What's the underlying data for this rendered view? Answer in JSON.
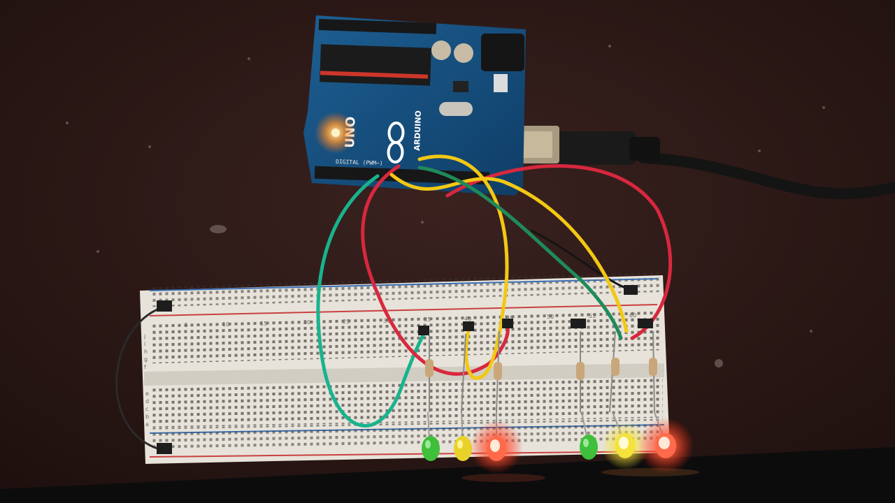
{
  "photo": {
    "subject": "",
    "board_brand": "ARDUINO",
    "board_model": "UNO",
    "pin_header_label": "DIGITAL (PWM~)",
    "breadboard_column_numbers": [
      "5",
      "10",
      "15",
      "20",
      "25",
      "30",
      "35",
      "40",
      "45",
      "50",
      "55",
      "60"
    ],
    "breadboard_row_letters_top": [
      "j",
      "i",
      "h",
      "g",
      "f"
    ],
    "breadboard_row_letters_bottom": [
      "e",
      "d",
      "c",
      "b",
      "a"
    ],
    "leds": [
      {
        "color": "green",
        "state": "off",
        "hex": "#3fbf3a"
      },
      {
        "color": "yellow",
        "state": "off",
        "hex": "#e8d22a"
      },
      {
        "color": "red",
        "state": "on",
        "hex": "#ff5a3a"
      },
      {
        "color": "green",
        "state": "off",
        "hex": "#3fbf3a"
      },
      {
        "color": "yellow",
        "state": "on",
        "hex": "#f5e23a"
      },
      {
        "color": "red",
        "state": "on",
        "hex": "#ff5a3a"
      }
    ],
    "wire_colors": [
      "#18b38e",
      "#d8283e",
      "#f2c814",
      "#1f8a5a",
      "#222222"
    ]
  }
}
